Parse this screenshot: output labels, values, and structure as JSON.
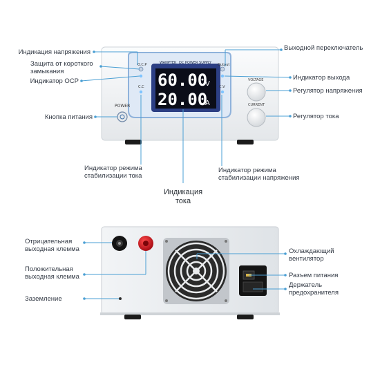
{
  "device": {
    "brand": "WANPTEK",
    "model_caption": "DC POWER SUPPLY",
    "voltage_display": "60.00",
    "voltage_unit": "V",
    "current_display": "20.00",
    "current_unit": "A",
    "power_label": "POWER",
    "ocp_label": "O.C.P",
    "output_label": "Output",
    "cc_label": "C.C",
    "cv_label": "C.V",
    "voltage_knob_label": "VOLTAGE",
    "current_knob_label": "CURRENT"
  },
  "front_labels": {
    "voltage_display": "Индикация напряжения",
    "short_circuit": "Защита от короткого замыкания",
    "ocp_indicator": "Индикатор OCP",
    "power_button": "Кнопка питания",
    "cc_indicator": "Индикатор режима стабилизации тока",
    "current_display": "Индикация тока",
    "output_switch": "Выходной переключатель",
    "output_indicator": "Индикатор выхода",
    "voltage_regulator": "Регулятор напряжения",
    "current_regulator": "Регулятор тока",
    "cv_indicator": "Индикатор режима стабилизации напряжения"
  },
  "back_labels": {
    "negative_terminal": "Отрицательная выходная клемма",
    "positive_terminal": "Положительная выходная клемма",
    "ground": "Заземление",
    "cooling_fan": "Охлаждающий вентилятор",
    "power_socket": "Разъем питания",
    "fuse_holder": "Держатель предохранителя"
  },
  "colors": {
    "panel_blue": "#2c3f84",
    "lead_line": "#4a9fd4",
    "positive_red": "#c8101c",
    "negative_black": "#141414"
  }
}
